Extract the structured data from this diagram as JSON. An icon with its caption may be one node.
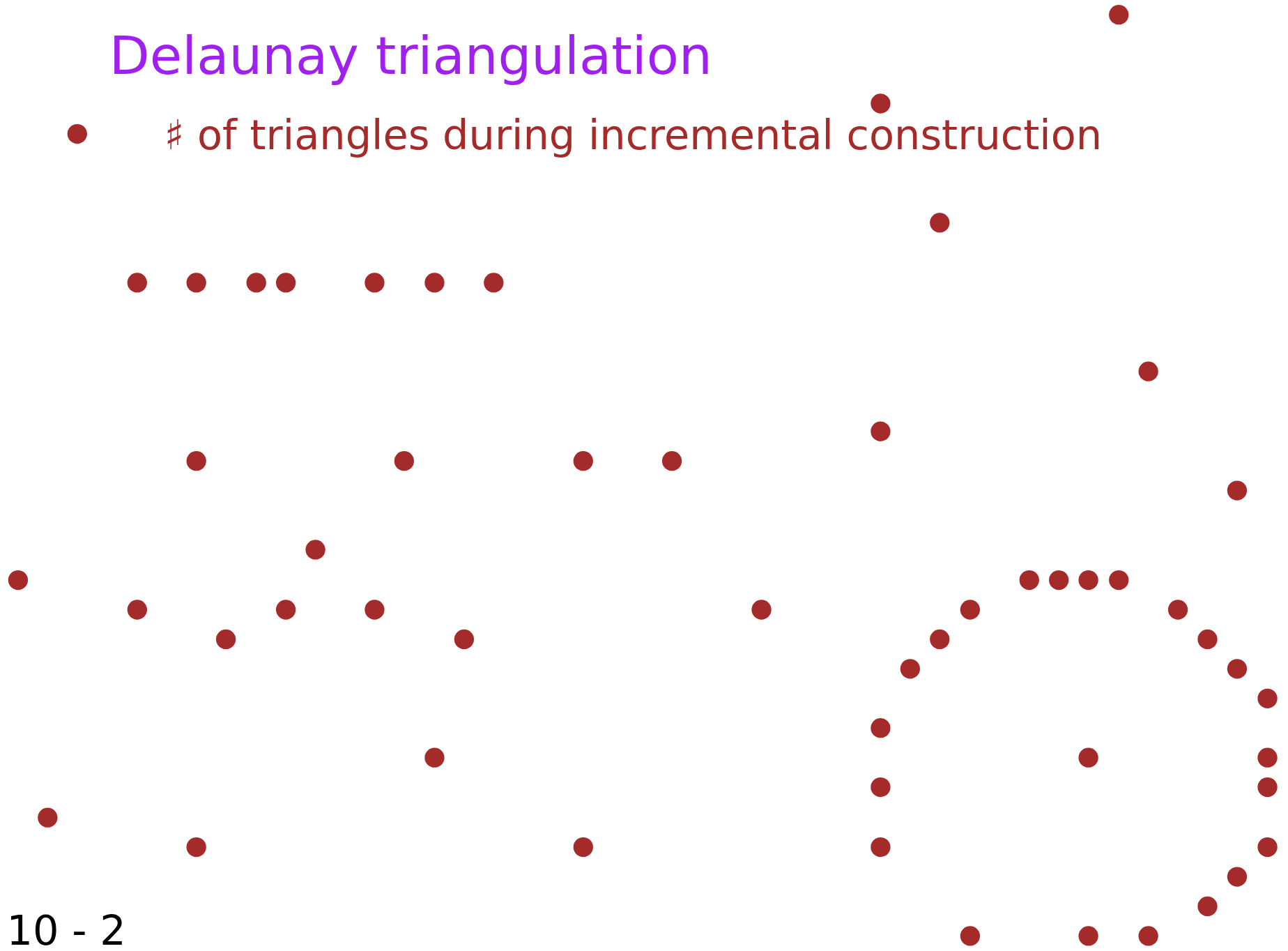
{
  "diagram": {
    "title": "Delaunay triangulation",
    "labels": [
      "♯ of triangles during incremental construction",
      "10 - 2"
    ]
  }
}
